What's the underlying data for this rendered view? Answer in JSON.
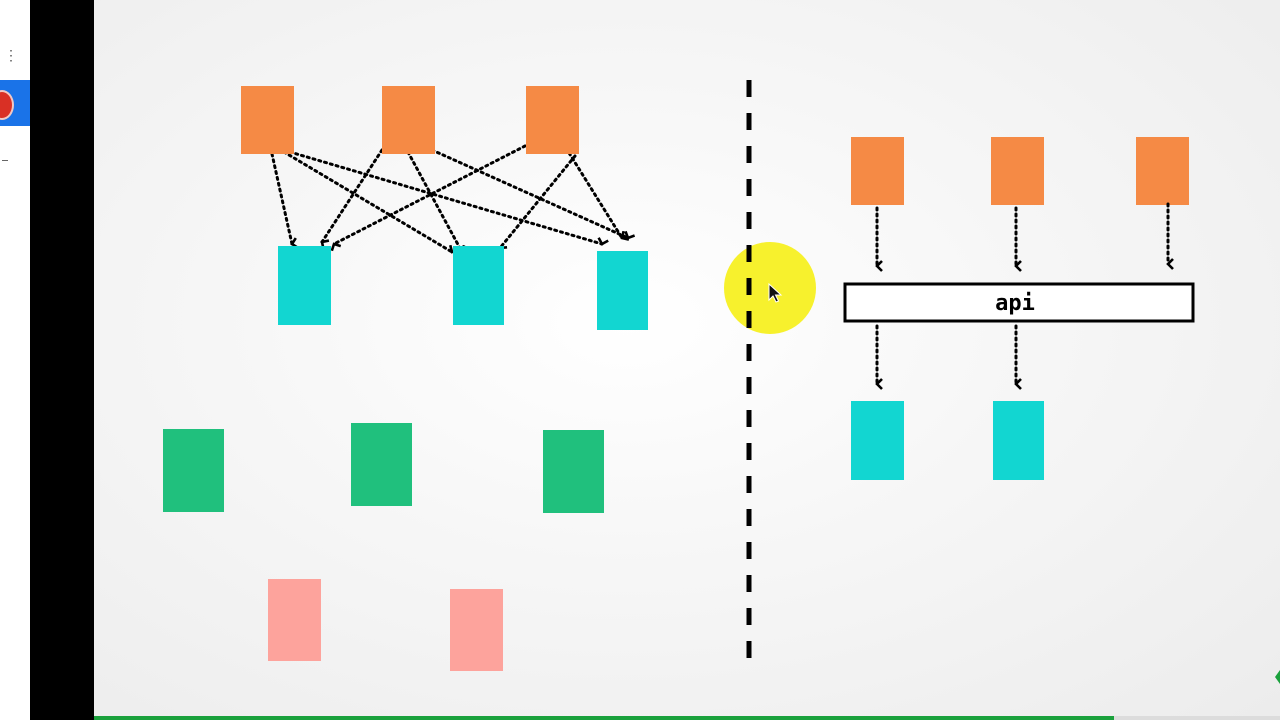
{
  "api_box": {
    "label": "api"
  },
  "colors": {
    "producer": "#f58a45",
    "consumer": "#12d6d1",
    "green": "#20c07d",
    "pink": "#fda39c",
    "divider": "#000000",
    "cursor_highlight": "#f7f022",
    "progress": "#1aa13c"
  },
  "icons": {
    "cursor": "mouse-pointer-icon",
    "menu": "more-vertical-icon",
    "avatar": "avatar-icon"
  },
  "presentation": {
    "progress_fraction": 0.86
  },
  "left_side": {
    "producers": 3,
    "consumers": 3,
    "green_boxes": 3,
    "pink_boxes": 2,
    "connections": "many-to-many"
  },
  "right_side": {
    "producers": 3,
    "consumers": 2,
    "connections": "via-api"
  }
}
